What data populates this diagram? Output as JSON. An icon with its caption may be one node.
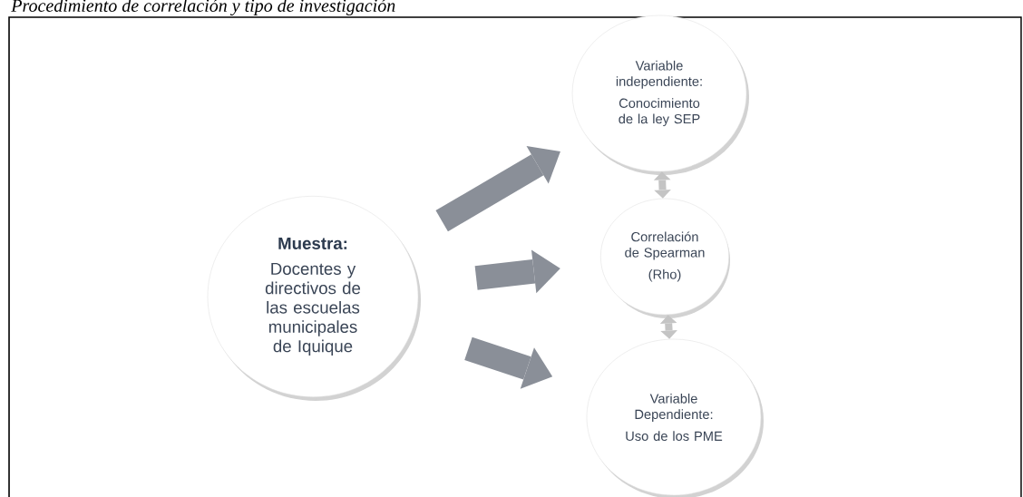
{
  "diagram": {
    "title": "Procedimiento de correlación y tipo de investigación",
    "nodes": [
      {
        "text": [
          "Muestra:",
          "Docentes y directivos de las escuelas municipales de Iquique"
        ]
      },
      {
        "text": [
          "Variable independiente:",
          "Conocimiento de la ley SEP"
        ]
      },
      {
        "text": [
          "Correlación de Spearman",
          "(Rho)"
        ]
      },
      {
        "text": [
          "Variable Dependiente:",
          "Uso de los PME"
        ]
      }
    ],
    "edges": [
      {
        "from": 0,
        "to": 1,
        "arrow": "to"
      },
      {
        "from": 0,
        "to": 2,
        "arrow": "to"
      },
      {
        "from": 0,
        "to": 3,
        "arrow": "to"
      },
      {
        "from": 1,
        "to": 2,
        "arrow": "both"
      },
      {
        "from": 2,
        "to": 3,
        "arrow": "both"
      }
    ]
  }
}
